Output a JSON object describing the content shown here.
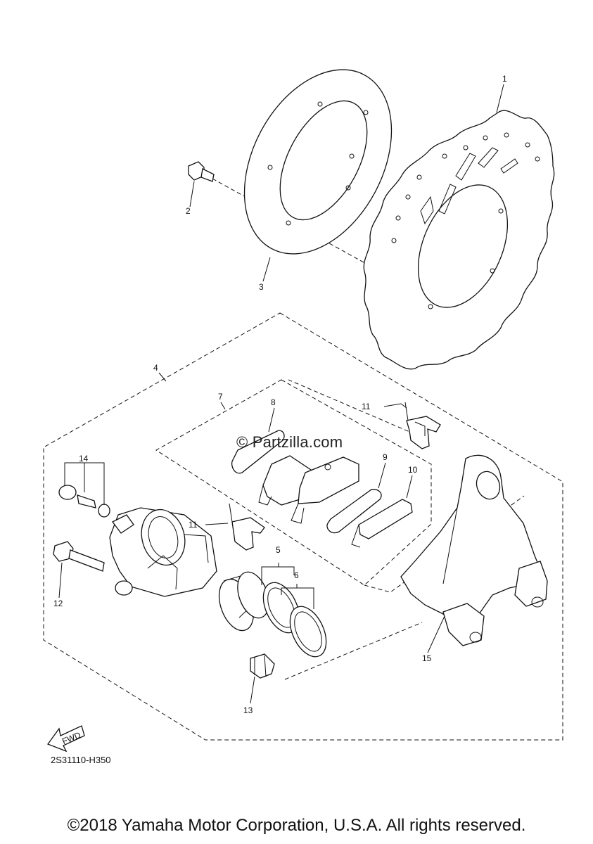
{
  "diagram": {
    "watermark": "© Partzilla.com",
    "reference_code": "2S31110-H350",
    "fwd_label": "FWD",
    "copyright": "©2018 Yamaha Motor Corporation, U.S.A. All rights reserved.",
    "callouts": {
      "c1": "1",
      "c2": "2",
      "c3": "3",
      "c4": "4",
      "c5": "5",
      "c6": "6",
      "c7": "7",
      "c8": "8",
      "c9": "9",
      "c10": "10",
      "c11a": "11",
      "c11b": "11",
      "c12": "12",
      "c13": "13",
      "c14": "14",
      "c15": "15"
    }
  }
}
